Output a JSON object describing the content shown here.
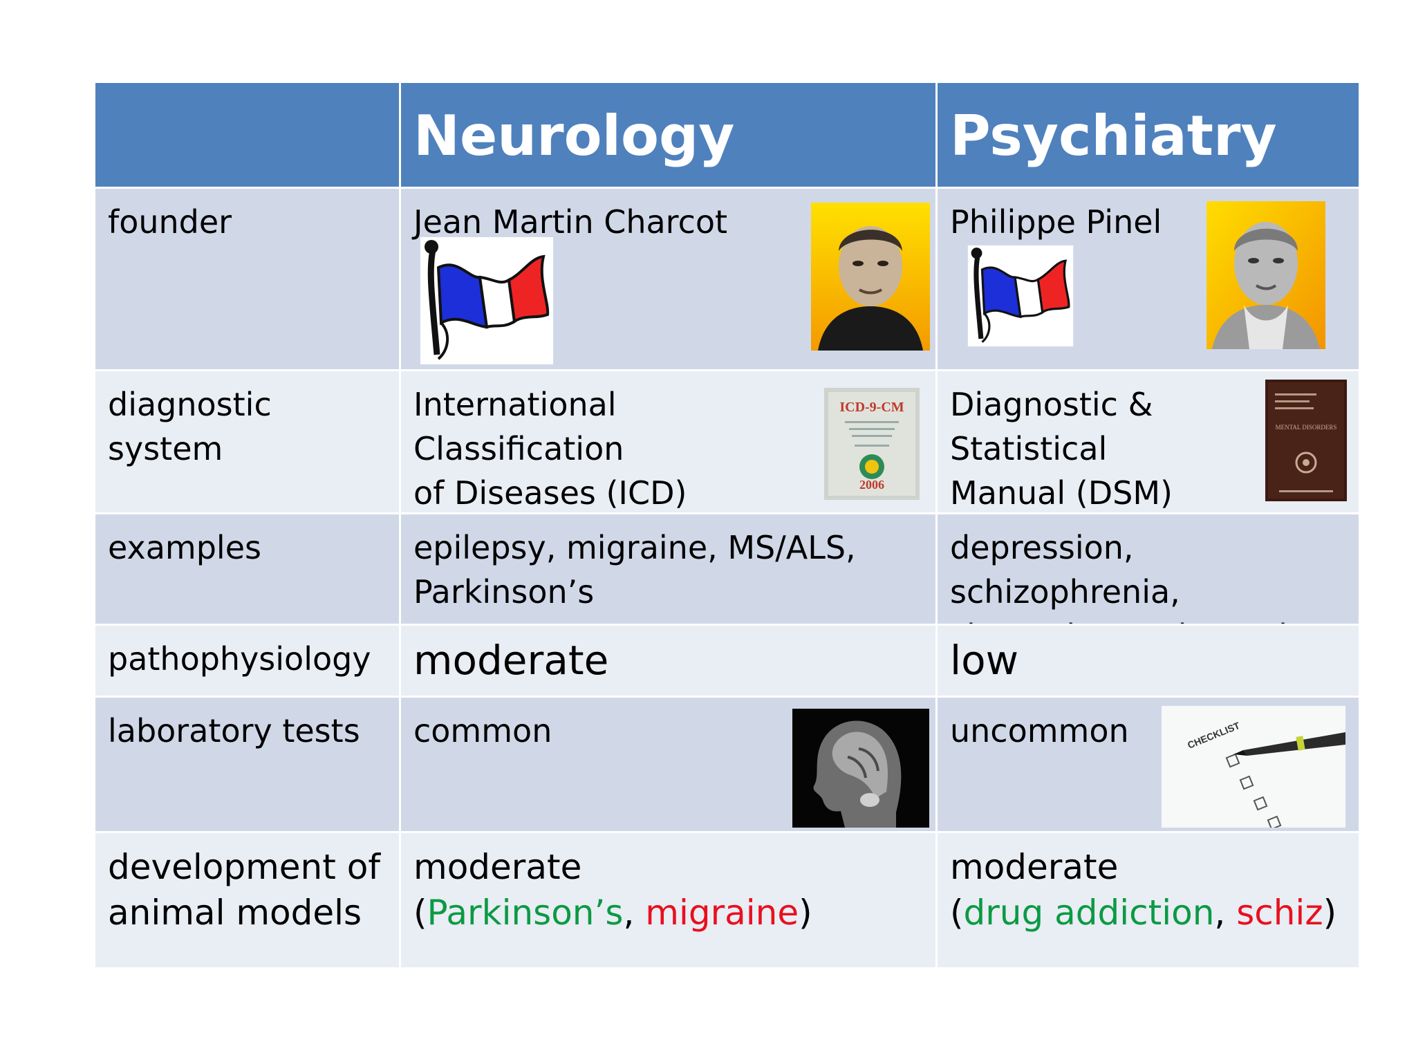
{
  "table": {
    "headers": [
      "",
      "Neurology",
      "Psychiatry"
    ],
    "rows": {
      "founder": {
        "label": "founder",
        "neurology": "Jean Martin Charcot",
        "psychiatry": "Philippe Pinel"
      },
      "diagnostic": {
        "label": "diagnostic system",
        "neurology": "International\nClassification\nof Diseases (ICD)",
        "psychiatry": "Diagnostic &\nStatistical\nManual (DSM)"
      },
      "examples": {
        "label": "examples",
        "neurology": "epilepsy, migraine, MS/ALS,\nParkinson’s",
        "psychiatry": "depression, schizophrenia,\nsleep, dementia, autism"
      },
      "pathophysiology": {
        "label": "pathophysiology",
        "neurology": "moderate",
        "psychiatry": "low"
      },
      "laboratory": {
        "label": "laboratory tests",
        "neurology": "common",
        "psychiatry": "uncommon"
      },
      "animal_models": {
        "label": "development of\nanimal models",
        "neurology": {
          "value": "moderate",
          "open": "(",
          "example_green": "Parkinson’s",
          "sep": ", ",
          "example_red": "migraine",
          "close": ")"
        },
        "psychiatry": {
          "value": "moderate",
          "open": "(",
          "example_green": "drug addiction",
          "sep": ", ",
          "example_red": "schiz",
          "close": ")"
        }
      }
    }
  },
  "images": {
    "icd_cover": {
      "title": "ICD-9-CM",
      "year": "2006"
    },
    "dsm_cover": {
      "title": "MENTAL DISORDERS"
    },
    "checklist": {
      "title": "CHECKLIST"
    }
  },
  "colors": {
    "header": "#4f81bd",
    "row_dark": "#d0d8e8",
    "row_light": "#e9edf4",
    "green": "#0b9a43",
    "red": "#e8101e"
  }
}
